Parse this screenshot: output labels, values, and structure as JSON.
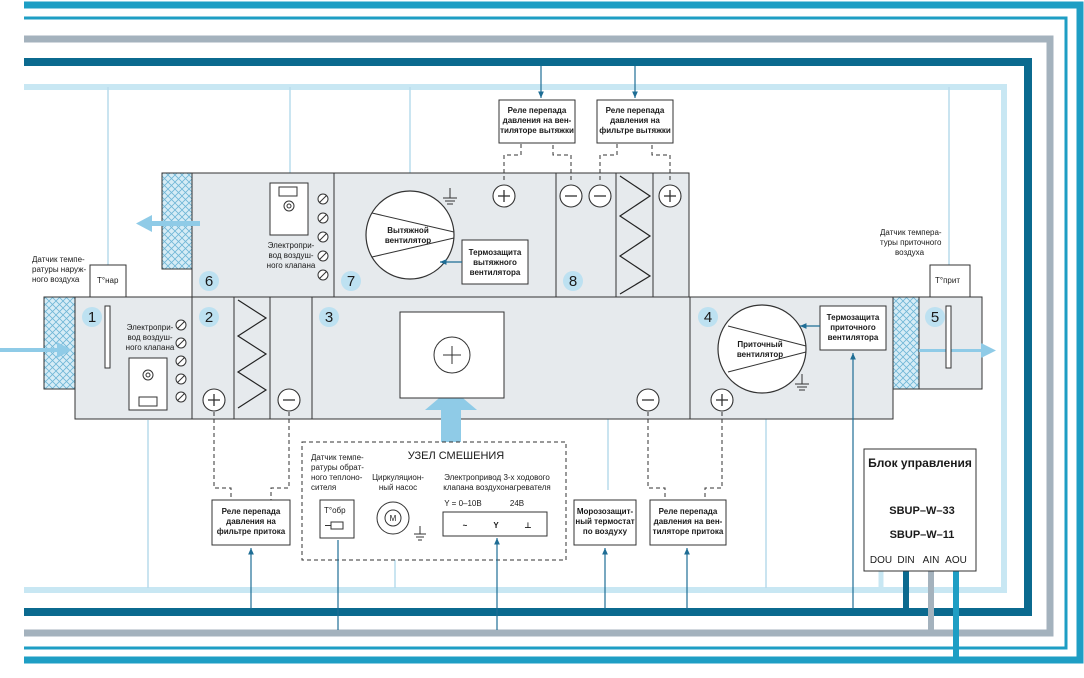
{
  "colors": {
    "cable_dark": "#0b6a8f",
    "cable_teal": "#1e9ec4",
    "cable_grey": "#a4b2bd",
    "cable_light": "#c8e7f3",
    "unit_fill": "#e6eaed",
    "air_arrow": "#8fcbe7",
    "signal": "#1e6d95",
    "badge": "#bde1f1"
  },
  "sections": {
    "s1": "1",
    "s2": "2",
    "s3": "3",
    "s4": "4",
    "s5": "5",
    "s6": "6",
    "s7": "7",
    "s8": "8"
  },
  "labels": {
    "outdoor_sensor": [
      "Датчик темпе-",
      "ратуры наруж-",
      "ного воздуха"
    ],
    "outdoor_sensor_tag": "T°нар",
    "supply_sensor": [
      "Датчик темпера-",
      "туры приточного",
      "воздуха"
    ],
    "supply_sensor_tag": "T°прит",
    "intake_damper": [
      "Электропри-",
      "вод воздуш-",
      "ного клапана"
    ],
    "exhaust_damper": [
      "Электропри-",
      "вод воздуш-",
      "ного клапана"
    ],
    "exhaust_fan": [
      "Вытяжной",
      "вентилятор"
    ],
    "exhaust_fan_protect": [
      "Термозащита",
      "вытяжного",
      "вентилятора"
    ],
    "supply_fan": [
      "Приточный",
      "вентилятор"
    ],
    "supply_fan_protect": [
      "Термозащита",
      "приточного",
      "вентилятора"
    ],
    "relay_exhaust_fan": [
      "Реле перепада",
      "давления на вен-",
      "тиляторе  вытяжки"
    ],
    "relay_exhaust_filter": [
      "Реле перепада",
      "давления на",
      "фильтре вытяжки"
    ],
    "relay_supply_filter": [
      "Реле перепада",
      "давления на",
      "фильтре притока"
    ],
    "relay_supply_fan": [
      "Реле перепада",
      "давления на вен-",
      "тиляторе притока"
    ],
    "frost_thermostat": [
      "Морозозащит-",
      "ный термостат",
      "по воздуху"
    ]
  },
  "mixing": {
    "title": "УЗЕЛ СМЕШЕНИЯ",
    "return_sensor": [
      "Датчик темпе-",
      "ратуры обрат-",
      "ного теплоно-",
      "сителя"
    ],
    "return_sensor_tag": "T°обр",
    "pump": [
      "Циркуляцион-",
      "ный насос"
    ],
    "pump_symbol": "M",
    "valve_drive": [
      "Электропривод 3-х ходового",
      "клапана воздухонагревателя"
    ],
    "valve_signal": "Y = 0–10В",
    "valve_voltage": "24В",
    "terminal_1": "~",
    "terminal_2": "Y",
    "terminal_3": "⊥"
  },
  "controller": {
    "title": "Блок управления",
    "model_1": "SBUP–W–33",
    "model_2": "SBUP–W–11",
    "ports": [
      "DOU",
      "DIN",
      "AIN",
      "AOU"
    ]
  }
}
